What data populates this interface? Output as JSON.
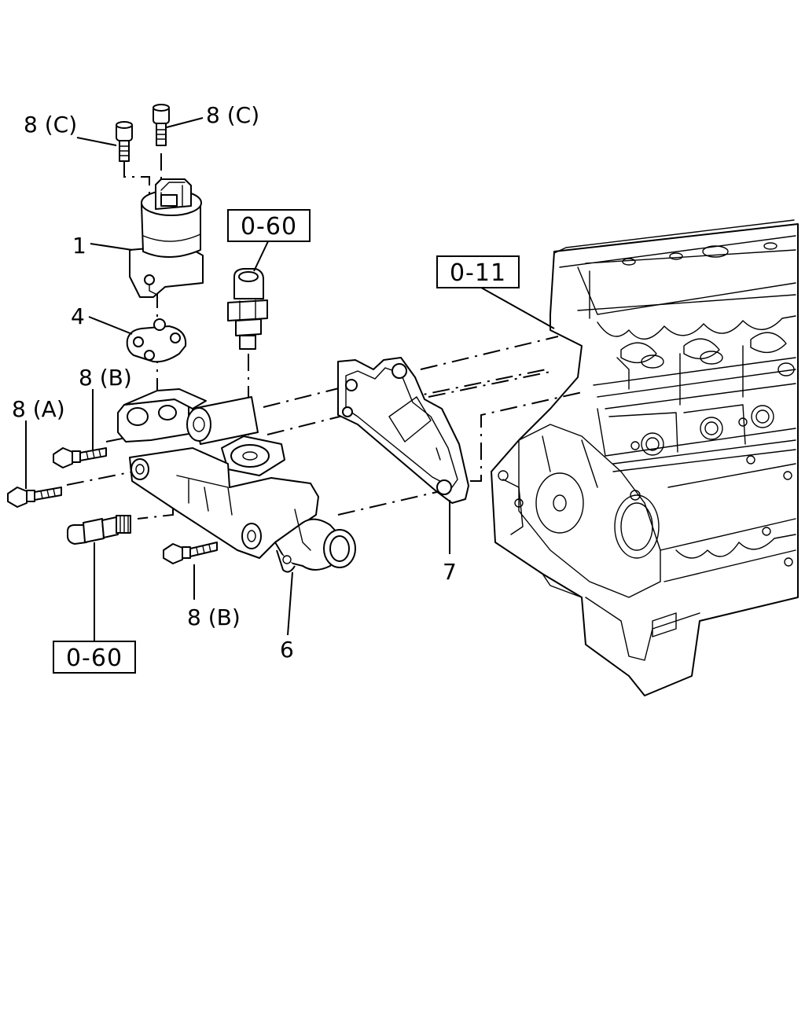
{
  "callouts": {
    "bolt_c_left": "8 (C)",
    "bolt_c_right": "8 (C)",
    "valve": "1",
    "gasket_4": "4",
    "bolt_b_top": "8 (B)",
    "bolt_a": "8 (A)",
    "bolt_b_bottom": "8 (B)",
    "body_6": "6",
    "gasket_7": "7"
  },
  "references": {
    "sensor_top": "0-60",
    "engine": "0-11",
    "sensor_bottom": "0-60"
  }
}
